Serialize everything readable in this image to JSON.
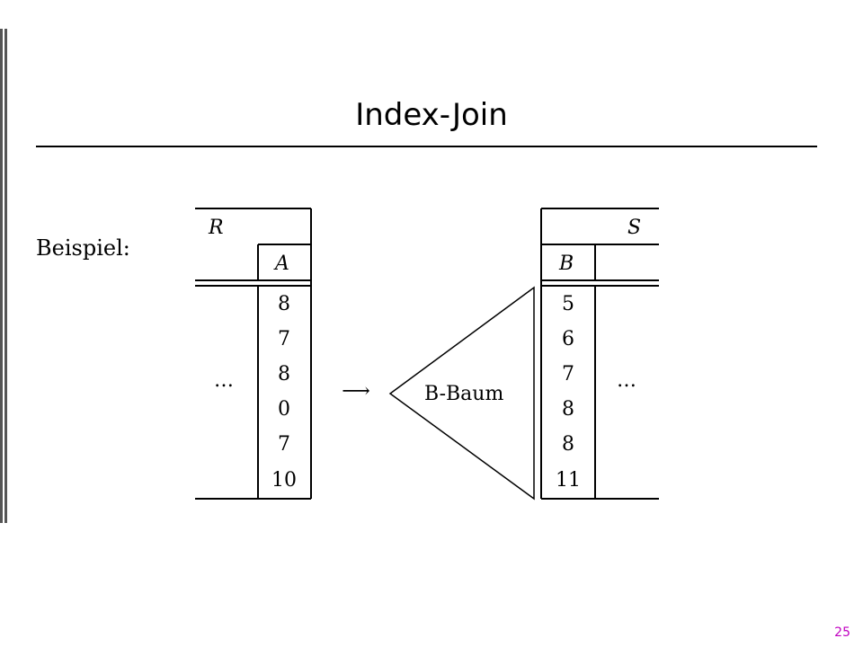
{
  "title": "Index-Join",
  "example_label": "Beispiel:",
  "page_number": "25",
  "table_r": {
    "name": "R",
    "column": "A",
    "values": [
      "8",
      "7",
      "8",
      "0",
      "7",
      "10"
    ],
    "ellipsis": "…"
  },
  "table_s": {
    "name": "S",
    "column": "B",
    "values": [
      "5",
      "6",
      "7",
      "8",
      "8",
      "11"
    ],
    "ellipsis": "…"
  },
  "arrow": "⟶",
  "btree_label": "B-Baum"
}
